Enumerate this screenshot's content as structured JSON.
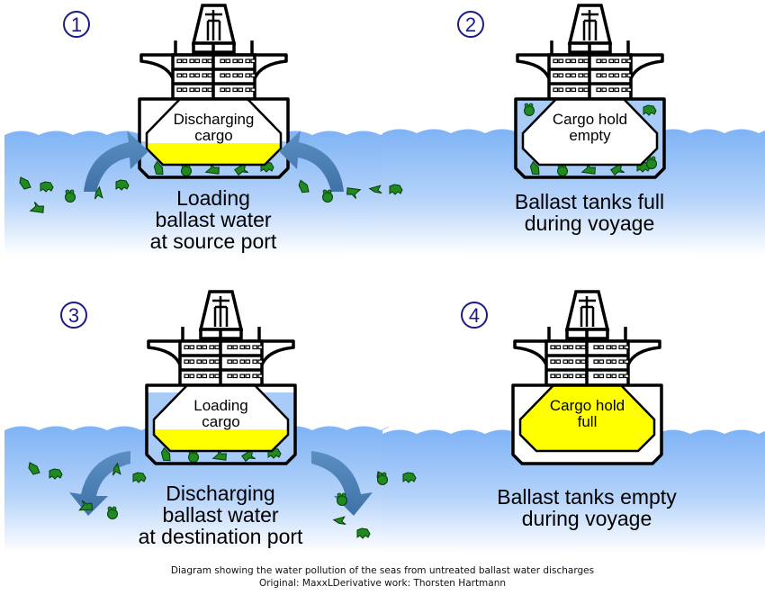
{
  "title": "Ballast water pollution diagram",
  "colors": {
    "sea_top": "#7fb3f5",
    "sea_bottom": "#ffffff",
    "tank_water": "#a8cbf7",
    "cargo": "#ffff00",
    "organism": "#1f8a1f",
    "organism_stroke": "#0a3a0a",
    "arrow": "#4f82b5",
    "number": "#1a1a8c",
    "outline": "#000000"
  },
  "panels": [
    {
      "number": "1",
      "hold_label": [
        "Discharging",
        "cargo"
      ],
      "hold_state": "partial",
      "ballast_state": "filling",
      "arrows": "in",
      "caption": [
        "Loading",
        "ballast water",
        "at source port"
      ]
    },
    {
      "number": "2",
      "hold_label": [
        "Cargo hold",
        "empty"
      ],
      "hold_state": "empty",
      "ballast_state": "full",
      "arrows": "none",
      "caption": [
        "Ballast tanks full",
        "during voyage"
      ]
    },
    {
      "number": "3",
      "hold_label": [
        "Loading",
        "cargo"
      ],
      "hold_state": "partial",
      "ballast_state": "draining",
      "arrows": "out",
      "caption": [
        "Discharging",
        "ballast water",
        "at destination port"
      ]
    },
    {
      "number": "4",
      "hold_label": [
        "Cargo hold",
        "full"
      ],
      "hold_state": "full",
      "ballast_state": "empty",
      "arrows": "none",
      "caption": [
        "Ballast tanks empty",
        "during voyage"
      ]
    }
  ],
  "footer": {
    "line1": "Diagram showing the water pollution of the seas from untreated ballast water discharges",
    "line2": "Original: MaxxLDerivative work: Thorsten Hartmann"
  }
}
